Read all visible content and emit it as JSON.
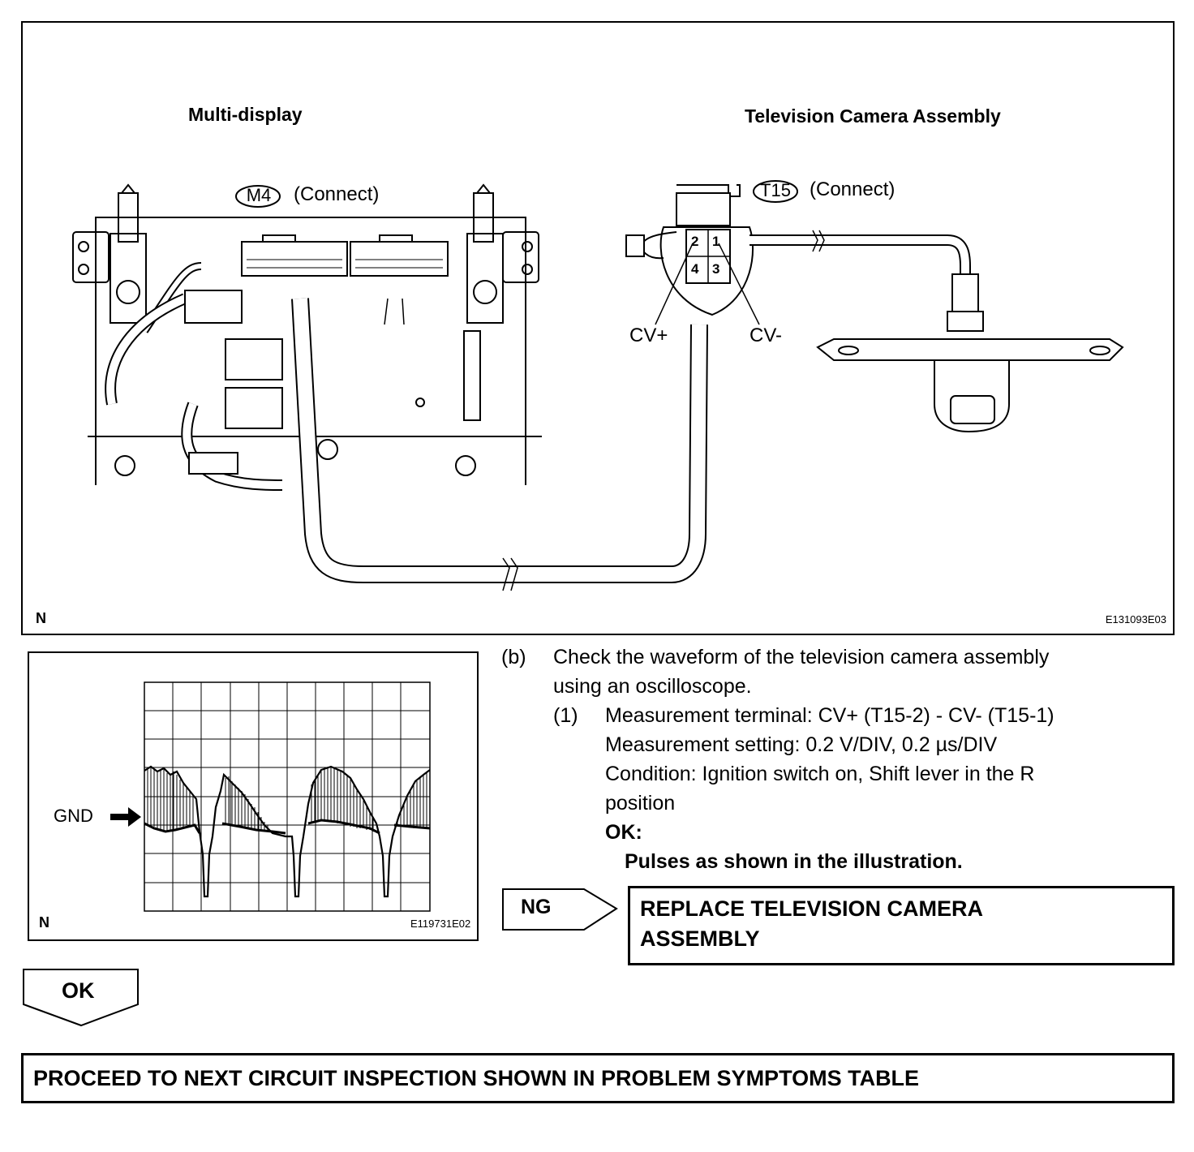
{
  "top_figure": {
    "multi_display_label": "Multi-display",
    "camera_label": "Television Camera Assembly",
    "m4_code": "M4",
    "m4_connect": "(Connect)",
    "t15_code": "T15",
    "t15_connect": "(Connect)",
    "pins": [
      "2",
      "1",
      "4",
      "3"
    ],
    "cv_plus": "CV+",
    "cv_minus": "CV-",
    "north": "N",
    "figure_code": "E131093E03"
  },
  "scope_figure": {
    "gnd_label": "GND",
    "north": "N",
    "figure_code": "E119731E02"
  },
  "instructions": {
    "b_marker": "(b)",
    "b_text_line1": "Check the waveform of the television camera assembly",
    "b_text_line2": "using an oscilloscope.",
    "step1_marker": "(1)",
    "step1_line1": "Measurement terminal: CV+ (T15-2) - CV- (T15-1)",
    "step1_line2": "Measurement setting: 0.2 V/DIV, 0.2 µs/DIV",
    "step1_line3": "Condition: Ignition switch on, Shift lever in the R",
    "step1_line4": "position",
    "ok_label": "OK:",
    "ok_result": "Pulses as shown in the illustration."
  },
  "flow": {
    "ng_label": "NG",
    "ng_action_line1": "REPLACE TELEVISION CAMERA",
    "ng_action_line2": "ASSEMBLY",
    "ok_label": "OK",
    "final_action": "PROCEED TO NEXT CIRCUIT INSPECTION SHOWN IN PROBLEM SYMPTOMS TABLE"
  }
}
